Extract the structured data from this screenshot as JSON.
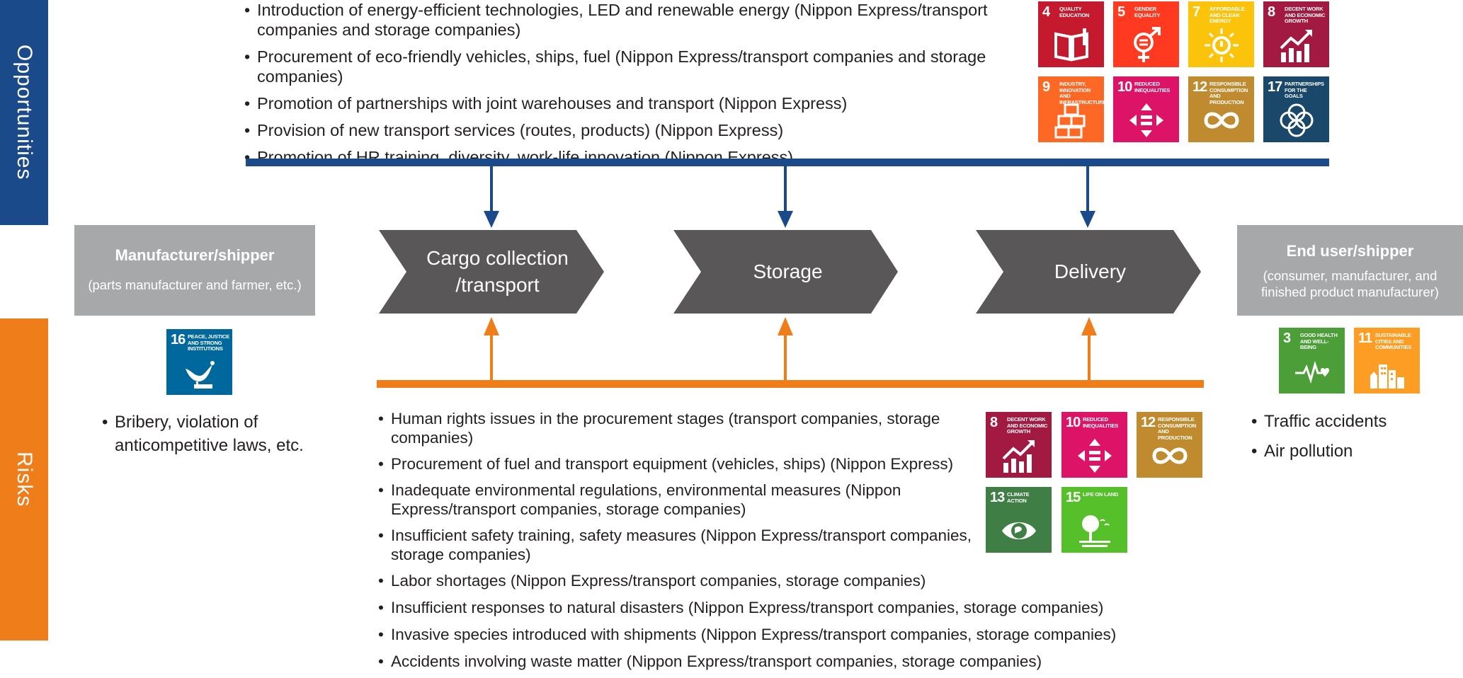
{
  "sidebars": {
    "opportunities": "Opportunities",
    "risks": "Risks"
  },
  "opportunities": [
    "Introduction of energy-efficient technologies, LED and renewable energy (Nippon Express/transport companies and storage companies)",
    "Procurement of eco-friendly vehicles, ships, fuel (Nippon Express/transport companies and storage companies)",
    "Promotion of partnerships with joint warehouses and transport (Nippon Express)",
    "Provision of new transport services (routes, products) (Nippon Express)",
    "Promotion of HR training, diversity, work-life innovation (Nippon Express)"
  ],
  "stages": [
    "Cargo collection /transport",
    "Storage",
    "Delivery"
  ],
  "left_box": {
    "title": "Manufacturer/shipper",
    "subtitle": "(parts manufacturer and farmer, etc.)"
  },
  "right_box": {
    "title": "End user/shipper",
    "subtitle": "(consumer, manufacturer, and finished product manufacturer)"
  },
  "left_risks": [
    "Bribery, violation of anticompetitive laws, etc."
  ],
  "right_risks": [
    "Traffic accidents",
    "Air pollution"
  ],
  "risks": [
    "Human rights issues in the procurement stages (transport companies, storage companies)",
    "Procurement of fuel and transport equipment (vehicles, ships) (Nippon Express)",
    "Inadequate environmental regulations, environmental measures (Nippon Express/transport companies, storage companies)",
    "Insufficient safety training, safety measures (Nippon Express/transport companies, storage companies)",
    "Labor shortages (Nippon Express/transport companies, storage companies)",
    "Insufficient responses to natural disasters (Nippon Express/transport companies, storage companies)",
    "Invasive species introduced with shipments (Nippon Express/transport companies, storage companies)",
    "Accidents involving waste matter (Nippon Express/transport companies, storage companies)"
  ],
  "sdg": {
    "g4": {
      "num": "4",
      "label": "Quality Education",
      "color": "#c5192d",
      "icon": "book-icon"
    },
    "g5": {
      "num": "5",
      "label": "Gender Equality",
      "color": "#ff3a21",
      "icon": "gender-icon"
    },
    "g7": {
      "num": "7",
      "label": "Affordable and Clean Energy",
      "color": "#fcc30b",
      "icon": "sun-power-icon"
    },
    "g8": {
      "num": "8",
      "label": "Decent Work and Economic Growth",
      "color": "#a21942",
      "icon": "growth-chart-icon"
    },
    "g9": {
      "num": "9",
      "label": "Industry, Innovation and Infrastructure",
      "color": "#fd6925",
      "icon": "cubes-icon"
    },
    "g10": {
      "num": "10",
      "label": "Reduced Inequalities",
      "color": "#dd1367",
      "icon": "equality-icon"
    },
    "g11": {
      "num": "11",
      "label": "Sustainable Cities and Communities",
      "color": "#fd9d24",
      "icon": "city-icon"
    },
    "g12": {
      "num": "12",
      "label": "Responsible Consumption and Production",
      "color": "#bf8b2e",
      "icon": "infinity-icon"
    },
    "g13": {
      "num": "13",
      "label": "Climate Action",
      "color": "#3f7e44",
      "icon": "earth-eye-icon"
    },
    "g15": {
      "num": "15",
      "label": "Life on Land",
      "color": "#56c02b",
      "icon": "tree-icon"
    },
    "g16": {
      "num": "16",
      "label": "Peace, Justice and Strong Institutions",
      "color": "#00689d",
      "icon": "dove-icon"
    },
    "g17": {
      "num": "17",
      "label": "Partnerships for the Goals",
      "color": "#19486a",
      "icon": "rings-icon"
    },
    "g3": {
      "num": "3",
      "label": "Good Health and Well-Being",
      "color": "#4c9f38",
      "icon": "heartbeat-icon"
    }
  },
  "colors": {
    "opportunity": "#1b4a8b",
    "risk": "#ef7d1a",
    "stage": "#595757",
    "box": "#a7a8aa"
  }
}
